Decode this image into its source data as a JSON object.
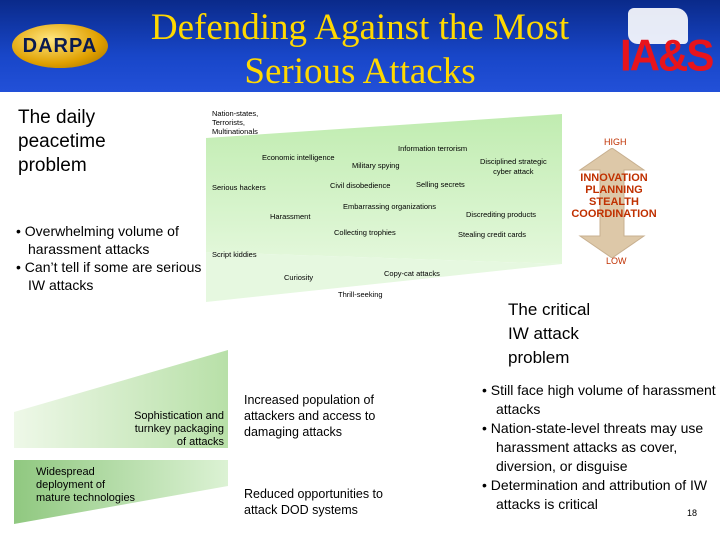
{
  "header": {
    "logo_left": "DARPA",
    "title_line1": "Defending Against the Most",
    "title_line2": "Serious Attacks",
    "logo_right": "IA&S"
  },
  "left_panel": {
    "heading_lines": [
      "The daily",
      "peacetime",
      "problem"
    ],
    "bullets": [
      "• Overwhelming volume of harassment attacks",
      "• Can’t tell if some are serious IW attacks"
    ]
  },
  "wedge_labels": {
    "nation_states": [
      "Nation-states,",
      "Terrorists,",
      "Multinationals"
    ],
    "information_terrorism": "Information terrorism",
    "economic_intelligence": "Economic intelligence",
    "military_spying": "Military spying",
    "disciplined": [
      "Disciplined strategic",
      "cyber attack"
    ],
    "serious_hackers": "Serious hackers",
    "civil_disobedience": "Civil disobedience",
    "selling_secrets": "Selling secrets",
    "embarrassing": "Embarrassing organizations",
    "harassment": "Harassment",
    "discrediting": "Discrediting products",
    "collecting_trophies": "Collecting trophies",
    "stealing_cards": "Stealing credit cards",
    "script_kiddies": "Script kiddies",
    "curiosity": "Curiosity",
    "copycat": "Copy-cat attacks",
    "thrill": "Thrill-seeking",
    "high": "HIGH",
    "low": "LOW"
  },
  "innovation": [
    "INNOVATION",
    "PLANNING",
    "STEALTH",
    "COORDINATION"
  ],
  "right_panel": {
    "heading_lines": [
      "The critical",
      "IW attack",
      "problem"
    ],
    "bullets": [
      "• Still face high volume of harassment attacks",
      "• Nation-state-level threats may use harassment attacks as cover, diversion, or disguise",
      "• Determination and attribution of IW attacks is critical"
    ]
  },
  "bottom": {
    "sophistication": [
      "Sophistication and",
      "turnkey packaging",
      "of attacks"
    ],
    "widespread": [
      "Widespread",
      "deployment of",
      "mature technologies"
    ],
    "increased": "Increased population of attackers and access to damaging attacks",
    "reduced": "Reduced opportunities to attack DOD systems"
  },
  "page_number": "18",
  "colors": {
    "header_blue": "#1846c8",
    "title_yellow": "#ffd800",
    "wedge_green": "#c8f0b8",
    "accent_red": "#c03000",
    "arrow_tan": "#ddc8a8"
  }
}
